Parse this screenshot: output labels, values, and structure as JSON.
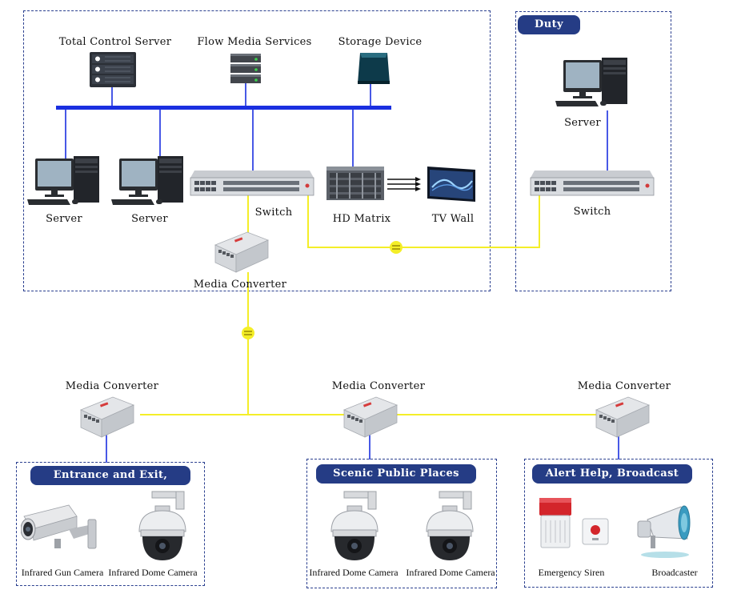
{
  "zones": {
    "core": {},
    "duty_room": {
      "title": "Duty Room"
    },
    "perimeter": {
      "title": "Entrance and Exit, Perimeter"
    },
    "scenic": {
      "title": "Scenic Public Places"
    },
    "alert": {
      "title": "Alert Help, Broadcast System"
    }
  },
  "labels": {
    "total_control_server": "Total Control Server",
    "flow_media_services": "Flow Media Services",
    "storage_device": "Storage Device",
    "server_1": "Server",
    "server_2": "Server",
    "switch_core": "Switch",
    "hd_matrix": "HD Matrix",
    "tv_wall": "TV Wall",
    "media_converter_core": "Media Converter",
    "duty_server": "Server",
    "duty_switch": "Switch",
    "media_converter_left": "Media Converter",
    "media_converter_mid": "Media Converter",
    "media_converter_right": "Media Converter",
    "infrared_gun_camera": "Infrared Gun Camera",
    "infrared_dome_camera_1": "Infrared Dome Camera",
    "infrared_dome_camera_2": "Infrared Dome Camera",
    "infrared_dome_camera_3": "Infrared Dome Camera",
    "emergency_siren": "Emergency Siren",
    "broadcaster": "Broadcaster"
  },
  "colors": {
    "network_bus": "#1a2fe0",
    "fiber_link": "#f4ee28",
    "zone_border": "#2a3f8f",
    "zone_title_bg": "#253c85"
  },
  "icons": {
    "server_rack": "server-rack-icon",
    "desktop": "desktop-computer-icon",
    "switch": "network-switch-icon",
    "matrix": "hd-matrix-icon",
    "tv_wall": "tv-wall-icon",
    "converter": "media-converter-icon",
    "fiber": "fiber-connector-icon",
    "gun_camera": "gun-camera-icon",
    "dome_camera": "dome-camera-icon",
    "siren": "siren-icon",
    "speaker": "loudspeaker-icon"
  }
}
